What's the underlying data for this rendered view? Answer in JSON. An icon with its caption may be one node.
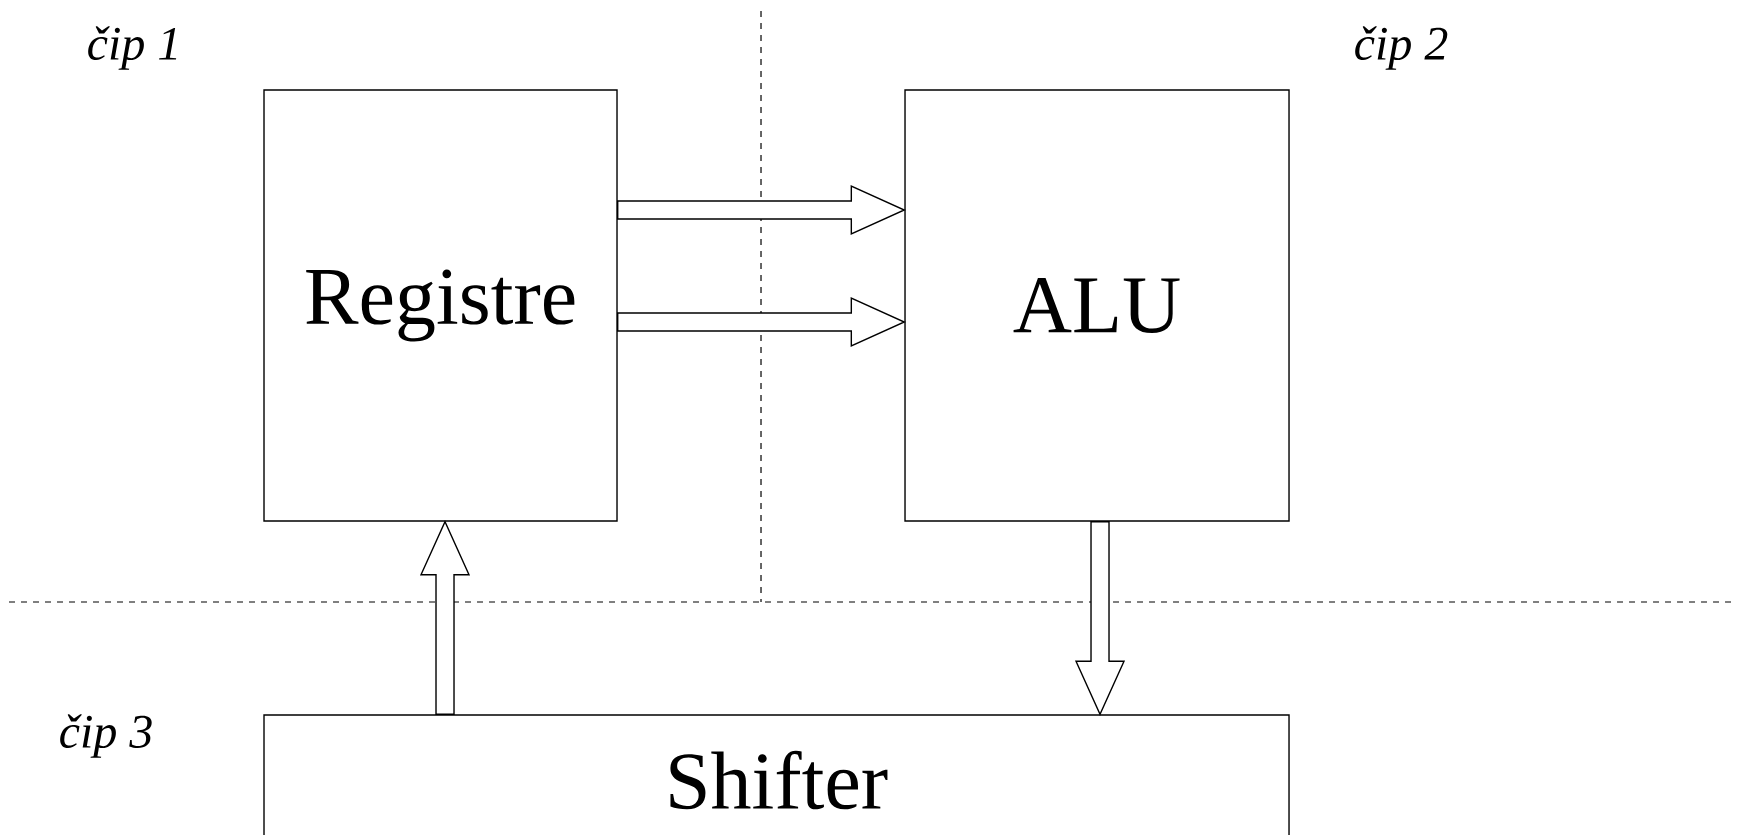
{
  "diagram": {
    "nodes": [
      {
        "text": [
          "Registre"
        ]
      },
      {
        "text": [
          "ALU"
        ]
      },
      {
        "text": [
          "Shifter"
        ]
      }
    ],
    "edges": [
      {
        "from": 0,
        "to": 1,
        "arrow": "to"
      },
      {
        "from": 0,
        "to": 1,
        "arrow": "to"
      },
      {
        "from": 2,
        "to": 0,
        "arrow": "to"
      },
      {
        "from": 1,
        "to": 2,
        "arrow": "to"
      }
    ],
    "labels": [
      "čip 1",
      "čip 2",
      "čip 3"
    ]
  }
}
